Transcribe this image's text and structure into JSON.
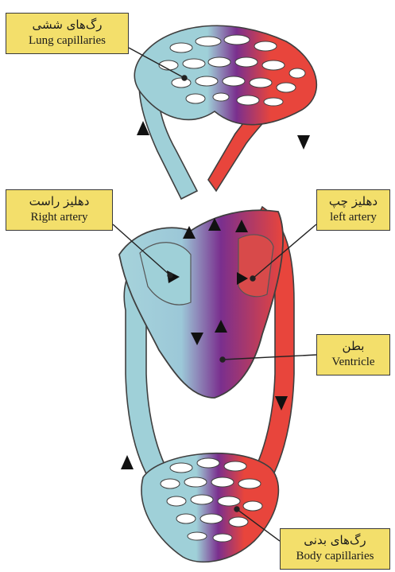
{
  "labels": {
    "lung_capillaries": {
      "fa": "رگ‌های ششی",
      "en": "Lung capillaries"
    },
    "right_artery": {
      "fa": "دهلیز راست",
      "en": "Right artery"
    },
    "left_artery": {
      "fa": "دهلیز چپ",
      "en": "left artery"
    },
    "ventricle": {
      "fa": "بطن",
      "en": "Ventricle"
    },
    "body_capillaries": {
      "fa": "رگ‌های بدنی",
      "en": "Body capillaries"
    }
  },
  "colors": {
    "deoxygenated": "#9fd0d8",
    "oxygenated": "#e8453c",
    "mixed": "#7a2f8e",
    "label_fill": "#f3df6b",
    "outline": "#4a4a4a"
  }
}
